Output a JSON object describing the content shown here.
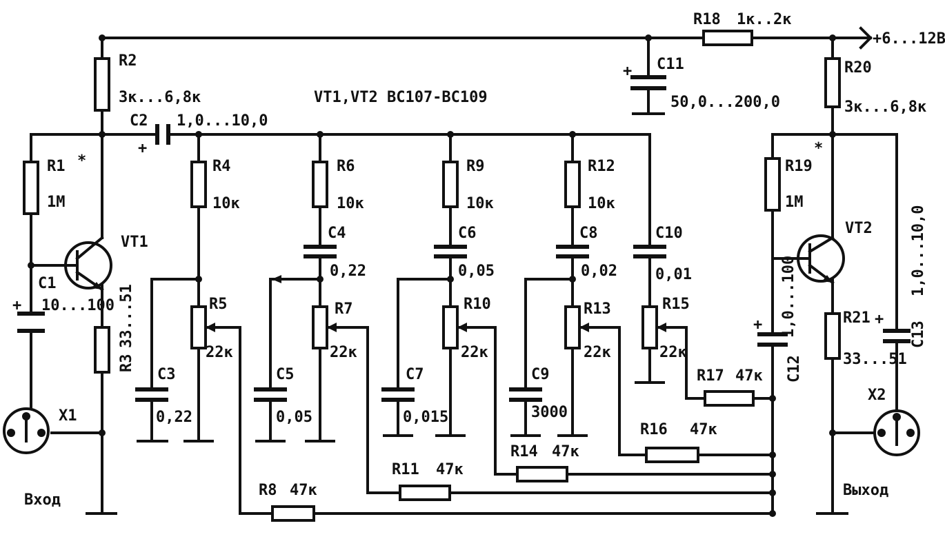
{
  "header": {
    "transistors": "VT1,VT2 BC107-BC109",
    "supply": "+6...12В"
  },
  "io": {
    "input": "Вход",
    "output": "Выход",
    "x1": "X1",
    "x2": "X2"
  },
  "transistors": {
    "vt1": "VT1",
    "vt2": "VT2"
  },
  "star": "*",
  "plus": "+",
  "parts": {
    "r1": {
      "ref": "R1",
      "val": "1M"
    },
    "r2": {
      "ref": "R2",
      "val": "3к...6,8к"
    },
    "r3": {
      "ref": "R3",
      "val": "33...51"
    },
    "r4": {
      "ref": "R4",
      "val": "10к"
    },
    "r5": {
      "ref": "R5",
      "val": "22к"
    },
    "r6": {
      "ref": "R6",
      "val": "10к"
    },
    "r7": {
      "ref": "R7",
      "val": "22к"
    },
    "r8": {
      "ref": "R8",
      "val": "47к"
    },
    "r9": {
      "ref": "R9",
      "val": "10к"
    },
    "r10": {
      "ref": "R10",
      "val": "22к"
    },
    "r11": {
      "ref": "R11",
      "val": "47к"
    },
    "r12": {
      "ref": "R12",
      "val": "10к"
    },
    "r13": {
      "ref": "R13",
      "val": "22к"
    },
    "r14": {
      "ref": "R14",
      "val": "47к"
    },
    "r15": {
      "ref": "R15",
      "val": "22к"
    },
    "r16": {
      "ref": "R16",
      "val": "47к"
    },
    "r17": {
      "ref": "R17",
      "val": "47к"
    },
    "r18": {
      "ref": "R18",
      "val": "1к..2к"
    },
    "r19": {
      "ref": "R19",
      "val": "1M"
    },
    "r20": {
      "ref": "R20",
      "val": "3к...6,8к"
    },
    "r21": {
      "ref": "R21",
      "val": "33...51"
    },
    "c1": {
      "ref": "C1",
      "val": "10...100"
    },
    "c2": {
      "ref": "C2",
      "val": "1,0...10,0"
    },
    "c3": {
      "ref": "C3",
      "val": "0,22"
    },
    "c4": {
      "ref": "C4",
      "val": "0,22"
    },
    "c5": {
      "ref": "C5",
      "val": "0,05"
    },
    "c6": {
      "ref": "C6",
      "val": "0,05"
    },
    "c7": {
      "ref": "C7",
      "val": "0,015"
    },
    "c8": {
      "ref": "C8",
      "val": "0,02"
    },
    "c9": {
      "ref": "C9",
      "val": "3000"
    },
    "c10": {
      "ref": "C10",
      "val": "0,01"
    },
    "c11": {
      "ref": "C11",
      "val": "50,0...200,0"
    },
    "c12": {
      "ref": "C12",
      "val": "1,0...100"
    },
    "c13": {
      "ref": "C13",
      "val": "1,0...10,0"
    }
  }
}
